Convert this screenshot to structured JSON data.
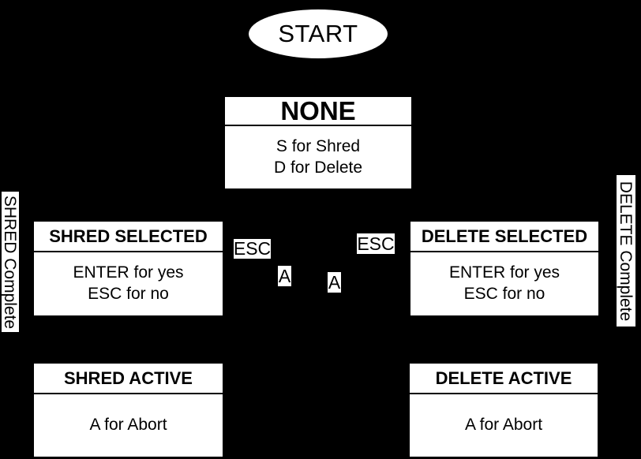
{
  "diagram": {
    "colors": {
      "background": "#000000",
      "node_fill": "#ffffff",
      "node_text": "#000000"
    },
    "start": {
      "label": "START"
    },
    "states": [
      {
        "id": "none",
        "title": "NONE",
        "lines": [
          "S for Shred",
          "D for Delete"
        ]
      },
      {
        "id": "shred-selected",
        "title": "SHRED SELECTED",
        "lines": [
          "ENTER for yes",
          "ESC for no"
        ]
      },
      {
        "id": "delete-selected",
        "title": "DELETE SELECTED",
        "lines": [
          "ENTER for yes",
          "ESC for no"
        ]
      },
      {
        "id": "shred-active",
        "title": "SHRED ACTIVE",
        "lines": [
          "A for Abort"
        ]
      },
      {
        "id": "delete-active",
        "title": "DELETE ACTIVE",
        "lines": [
          "A for Abort"
        ]
      }
    ],
    "edge_labels": [
      {
        "id": "esc-left",
        "text": "ESC"
      },
      {
        "id": "esc-right",
        "text": "ESC"
      },
      {
        "id": "a-left",
        "text": "A"
      },
      {
        "id": "a-right",
        "text": "A"
      }
    ],
    "side_labels": [
      {
        "id": "shred-complete",
        "text": "SHRED Complete"
      },
      {
        "id": "delete-complete",
        "text": "DELETE Complete"
      }
    ]
  }
}
